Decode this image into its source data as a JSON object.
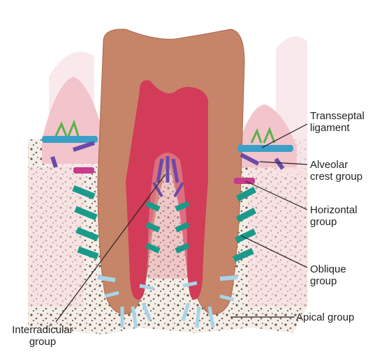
{
  "labels": {
    "transseptal": [
      "Transseptal",
      "ligament"
    ],
    "alveolar": [
      "Alveolar",
      "crest group"
    ],
    "horizontal": [
      "Horizontal",
      "group"
    ],
    "oblique": [
      "Oblique",
      "group"
    ],
    "apical": [
      "Apical group"
    ],
    "interradicular": [
      "Interradicular",
      "group"
    ]
  },
  "colors": {
    "crown": "#c8866a",
    "pulp": "#d23c58",
    "root_lining": "#e8a0a8",
    "gingiva": "#f2c4cc",
    "bone": "#f4eee8",
    "bone_spots": "#6a5448",
    "transseptal_fibers": "#3aa0c8",
    "alveolar_crest_fibers": "#6a4aa8",
    "horizontal_fibers": "#c83a8a",
    "oblique_fibers": "#1a9a8a",
    "apical_fibers": "#a8d4e8",
    "leader_lines": "#222222"
  }
}
